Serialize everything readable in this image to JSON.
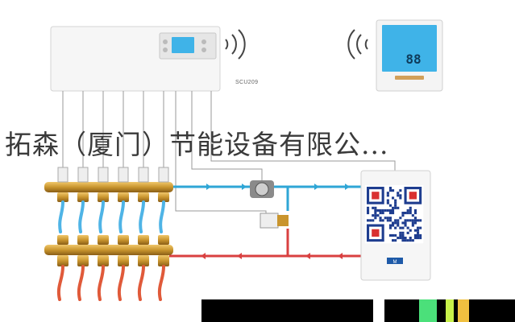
{
  "controller": {
    "model_label": "SCU209"
  },
  "caption": {
    "text": "拓森（厦门）节能设备有限公..."
  },
  "thermostat": {
    "display_digits": "88"
  },
  "boiler": {
    "badge": "M"
  },
  "colors": {
    "supply": "#2fa6d6",
    "return": "#d94040",
    "brass": "#c9952e",
    "lcd": "#3fb3e8",
    "background": "#ffffff"
  }
}
